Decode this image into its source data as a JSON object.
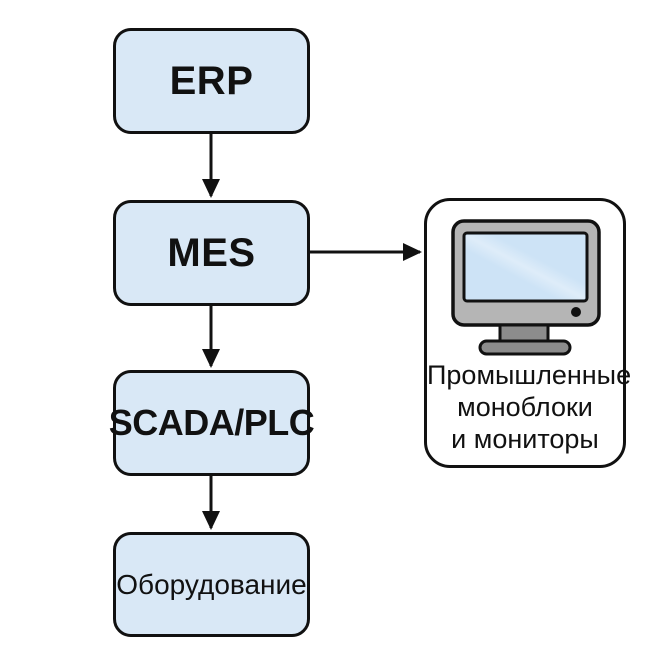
{
  "diagram": {
    "title": "MES pyramid with industrial monitors",
    "nodes": [
      {
        "id": "erp",
        "label": "ERP"
      },
      {
        "id": "mes",
        "label": "MES"
      },
      {
        "id": "scada",
        "label": "SCADA/PLC"
      },
      {
        "id": "equipment",
        "label": "Оборудование"
      }
    ],
    "edges": [
      {
        "from": "erp",
        "to": "mes",
        "direction": "down"
      },
      {
        "from": "mes",
        "to": "scada",
        "direction": "down"
      },
      {
        "from": "scada",
        "to": "equipment",
        "direction": "down"
      },
      {
        "from": "mes",
        "to": "monitors-panel",
        "direction": "right"
      }
    ],
    "panel": {
      "icon": "desktop-monitor-icon",
      "label_lines": [
        "Промышленные",
        "моноблоки",
        "и мониторы"
      ]
    },
    "colors": {
      "background": "#ffffff",
      "node_fill": "#d9e8f6",
      "panel_fill": "#ffffff",
      "line": "#111111",
      "text": "#111111",
      "monitor_bezel": "#b5b5b5",
      "monitor_screen": "#cde3f6",
      "monitor_stand": "#8c8c8c"
    }
  }
}
